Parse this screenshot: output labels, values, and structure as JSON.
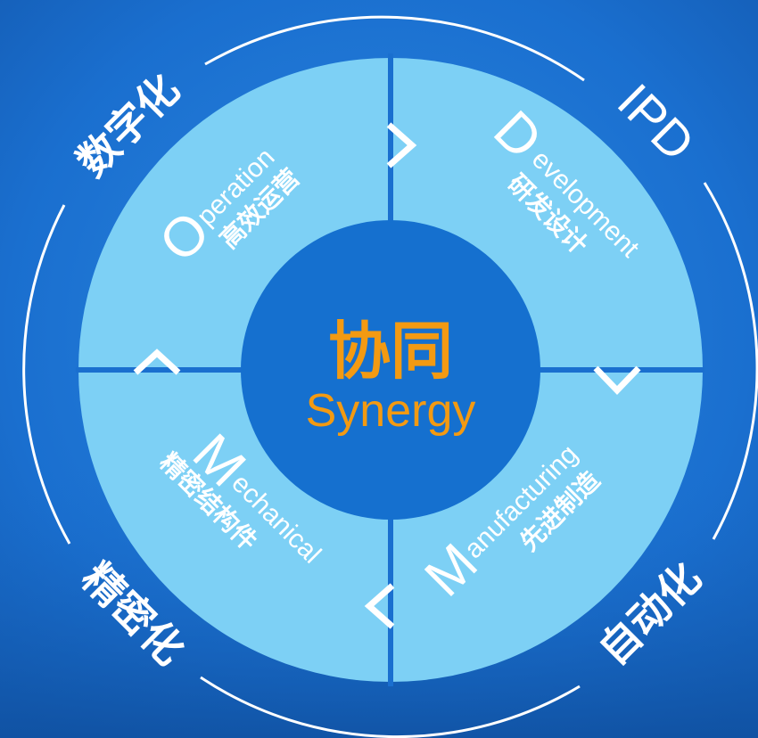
{
  "center": {
    "title_cn": "协同",
    "title_en": "Synergy"
  },
  "quadrants": [
    {
      "id": "operation",
      "initial": "O",
      "rest": "peration",
      "cn": "高效运营"
    },
    {
      "id": "development",
      "initial": "D",
      "rest": "evelopment",
      "cn": "研发设计"
    },
    {
      "id": "manufacturing",
      "initial": "M",
      "rest": "anufacturing",
      "cn": "先进制造"
    },
    {
      "id": "mechanical",
      "initial": "M",
      "rest": "echanical",
      "cn": "精密结构件"
    }
  ],
  "outer_labels": {
    "top_left": "数字化",
    "top_right": "IPD",
    "bottom_right": "自动化",
    "bottom_left": "精密化"
  },
  "colors": {
    "background": "#1a6fcf",
    "ring_light": "#7dd0f5",
    "ring_light_2": "#8ad8f8",
    "center": "#1570cf",
    "accent_orange": "#f39a12",
    "white": "#ffffff"
  }
}
